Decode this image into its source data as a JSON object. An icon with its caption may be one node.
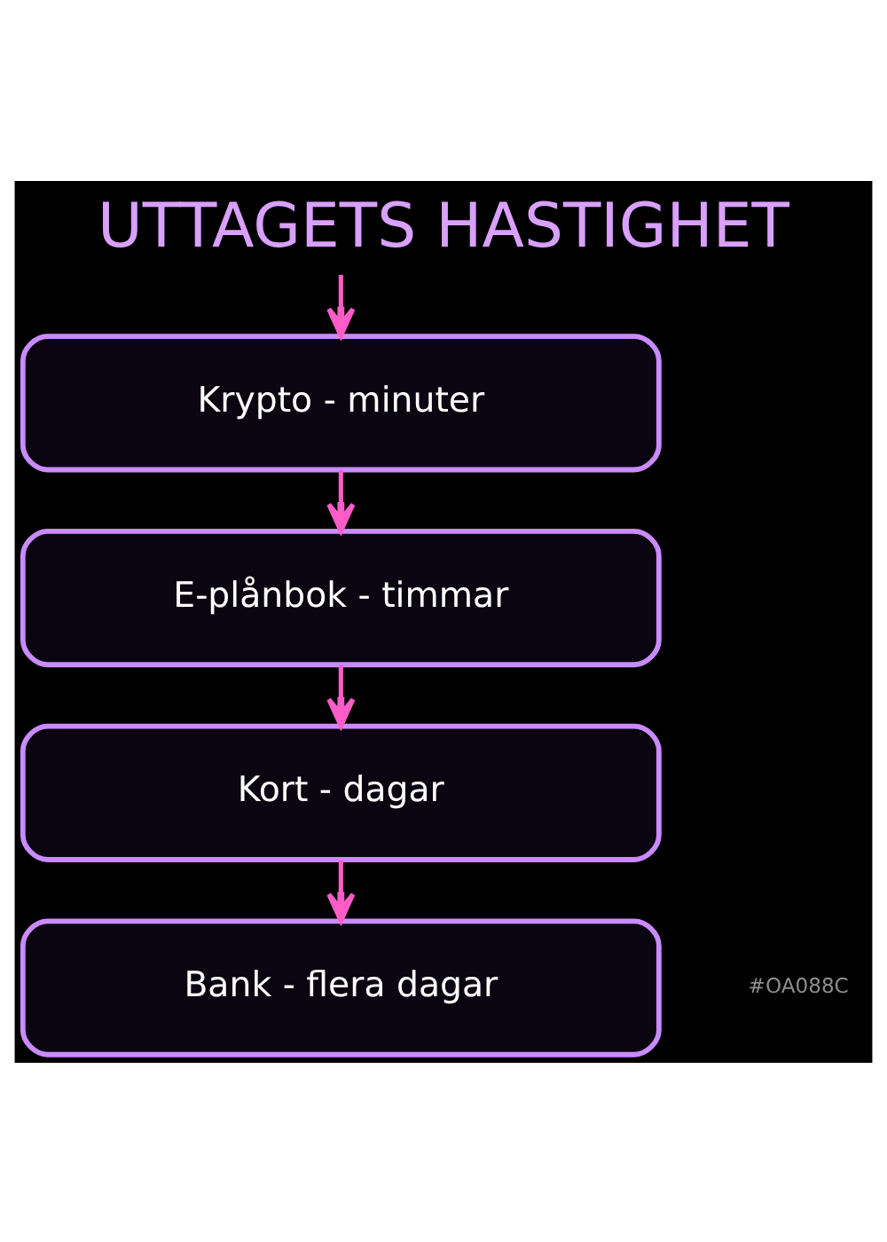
{
  "diagram": {
    "title": "UTTAGETS HASTIGHET",
    "nodes": [
      {
        "text": [
          "Krypto - minuter"
        ]
      },
      {
        "text": [
          "E-plånbok - timmar"
        ]
      },
      {
        "text": [
          "Kort - dagar"
        ]
      },
      {
        "text": [
          "Bank - flera dagar"
        ]
      }
    ],
    "edges": [
      {
        "from": null,
        "to": 0,
        "arrow": "to"
      },
      {
        "from": 0,
        "to": 1,
        "arrow": "to"
      },
      {
        "from": 1,
        "to": 2,
        "arrow": "to"
      },
      {
        "from": 2,
        "to": 3,
        "arrow": "to"
      }
    ],
    "labels": [
      "#OA088C"
    ]
  }
}
